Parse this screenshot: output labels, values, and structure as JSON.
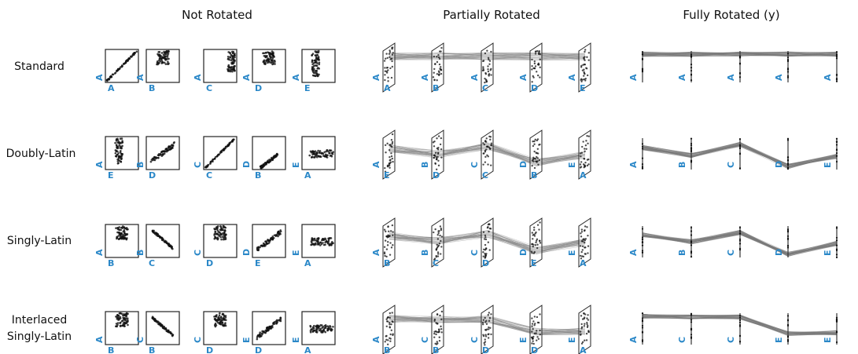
{
  "columns": [
    "Not Rotated",
    "Partially Rotated",
    "Fully Rotated (y)"
  ],
  "rows": [
    {
      "label": "Standard",
      "not_rotated": [
        [
          "A",
          "A"
        ],
        [
          "B",
          "A"
        ],
        [
          "C",
          "A"
        ],
        [
          "D",
          "A"
        ],
        [
          "E",
          "A"
        ]
      ],
      "partially_rotated": [
        [
          "A",
          "A"
        ],
        [
          "B",
          "A"
        ],
        [
          "C",
          "A"
        ],
        [
          "D",
          "A"
        ],
        [
          "E",
          "A"
        ]
      ],
      "fully_rotated": [
        "A",
        "A",
        "A",
        "A",
        "A"
      ],
      "profile": [
        0.9,
        0.9,
        0.9,
        0.9,
        0.9
      ]
    },
    {
      "label": "Doubly-Latin",
      "not_rotated": [
        [
          "E",
          "A"
        ],
        [
          "D",
          "B"
        ],
        [
          "C",
          "C"
        ],
        [
          "B",
          "D"
        ],
        [
          "A",
          "E"
        ]
      ],
      "partially_rotated": [
        [
          "E",
          "A"
        ],
        [
          "D",
          "B"
        ],
        [
          "C",
          "C"
        ],
        [
          "B",
          "D"
        ],
        [
          "A",
          "E"
        ]
      ],
      "fully_rotated": [
        "A",
        "B",
        "C",
        "D",
        "E"
      ],
      "profile": [
        0.7,
        0.45,
        0.8,
        0.1,
        0.42
      ]
    },
    {
      "label": "Singly-Latin",
      "not_rotated": [
        [
          "B",
          "A"
        ],
        [
          "C",
          "B"
        ],
        [
          "D",
          "C"
        ],
        [
          "E",
          "D"
        ],
        [
          "A",
          "E"
        ]
      ],
      "partially_rotated": [
        [
          "B",
          "A"
        ],
        [
          "C",
          "B"
        ],
        [
          "D",
          "C"
        ],
        [
          "E",
          "D"
        ],
        [
          "A",
          "E"
        ]
      ],
      "fully_rotated": [
        "A",
        "B",
        "C",
        "D",
        "E"
      ],
      "profile": [
        0.72,
        0.5,
        0.8,
        0.1,
        0.45
      ]
    },
    {
      "label": "Interlaced Singly-Latin",
      "not_rotated": [
        [
          "B",
          "A"
        ],
        [
          "B",
          "C"
        ],
        [
          "D",
          "C"
        ],
        [
          "D",
          "E"
        ],
        [
          "A",
          "E"
        ]
      ],
      "partially_rotated": [
        [
          "B",
          "A"
        ],
        [
          "B",
          "C"
        ],
        [
          "D",
          "C"
        ],
        [
          "D",
          "E"
        ],
        [
          "A",
          "E"
        ]
      ],
      "fully_rotated": [
        "A",
        "C",
        "C",
        "E",
        "E"
      ],
      "profile": [
        0.9,
        0.88,
        0.88,
        0.35,
        0.38
      ]
    }
  ]
}
